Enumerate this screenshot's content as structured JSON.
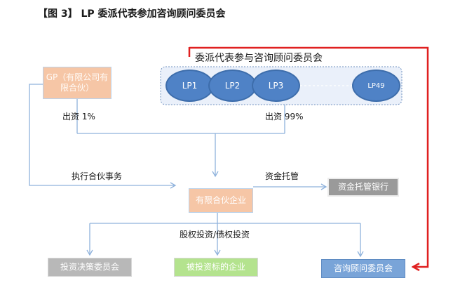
{
  "title": "【图 3】 LP 委派代表参加咨询顾问委员会",
  "lp_group": {
    "label": "委派代表参与咨询顾问委员会",
    "members": [
      "LP1",
      "LP2",
      "LP3",
      "LP49"
    ]
  },
  "boxes": {
    "gp": "GP（有限公司有限合伙）",
    "lp": "有限合伙企业",
    "bank": "资金托管银行",
    "decision": "投资决策委员会",
    "investee": "被投资标的企业",
    "advisory": "咨询顾问委员会"
  },
  "labels": {
    "gp_share": "出资 1%",
    "lp_share": "出资 99%",
    "execute": "执行合伙事务",
    "custody": "资金托管",
    "invest": "股权投资/债权投资"
  },
  "colors": {
    "arrow": "#8fb2dc",
    "red_arrow": "#e02020",
    "ellipse": "#4f82c6"
  }
}
